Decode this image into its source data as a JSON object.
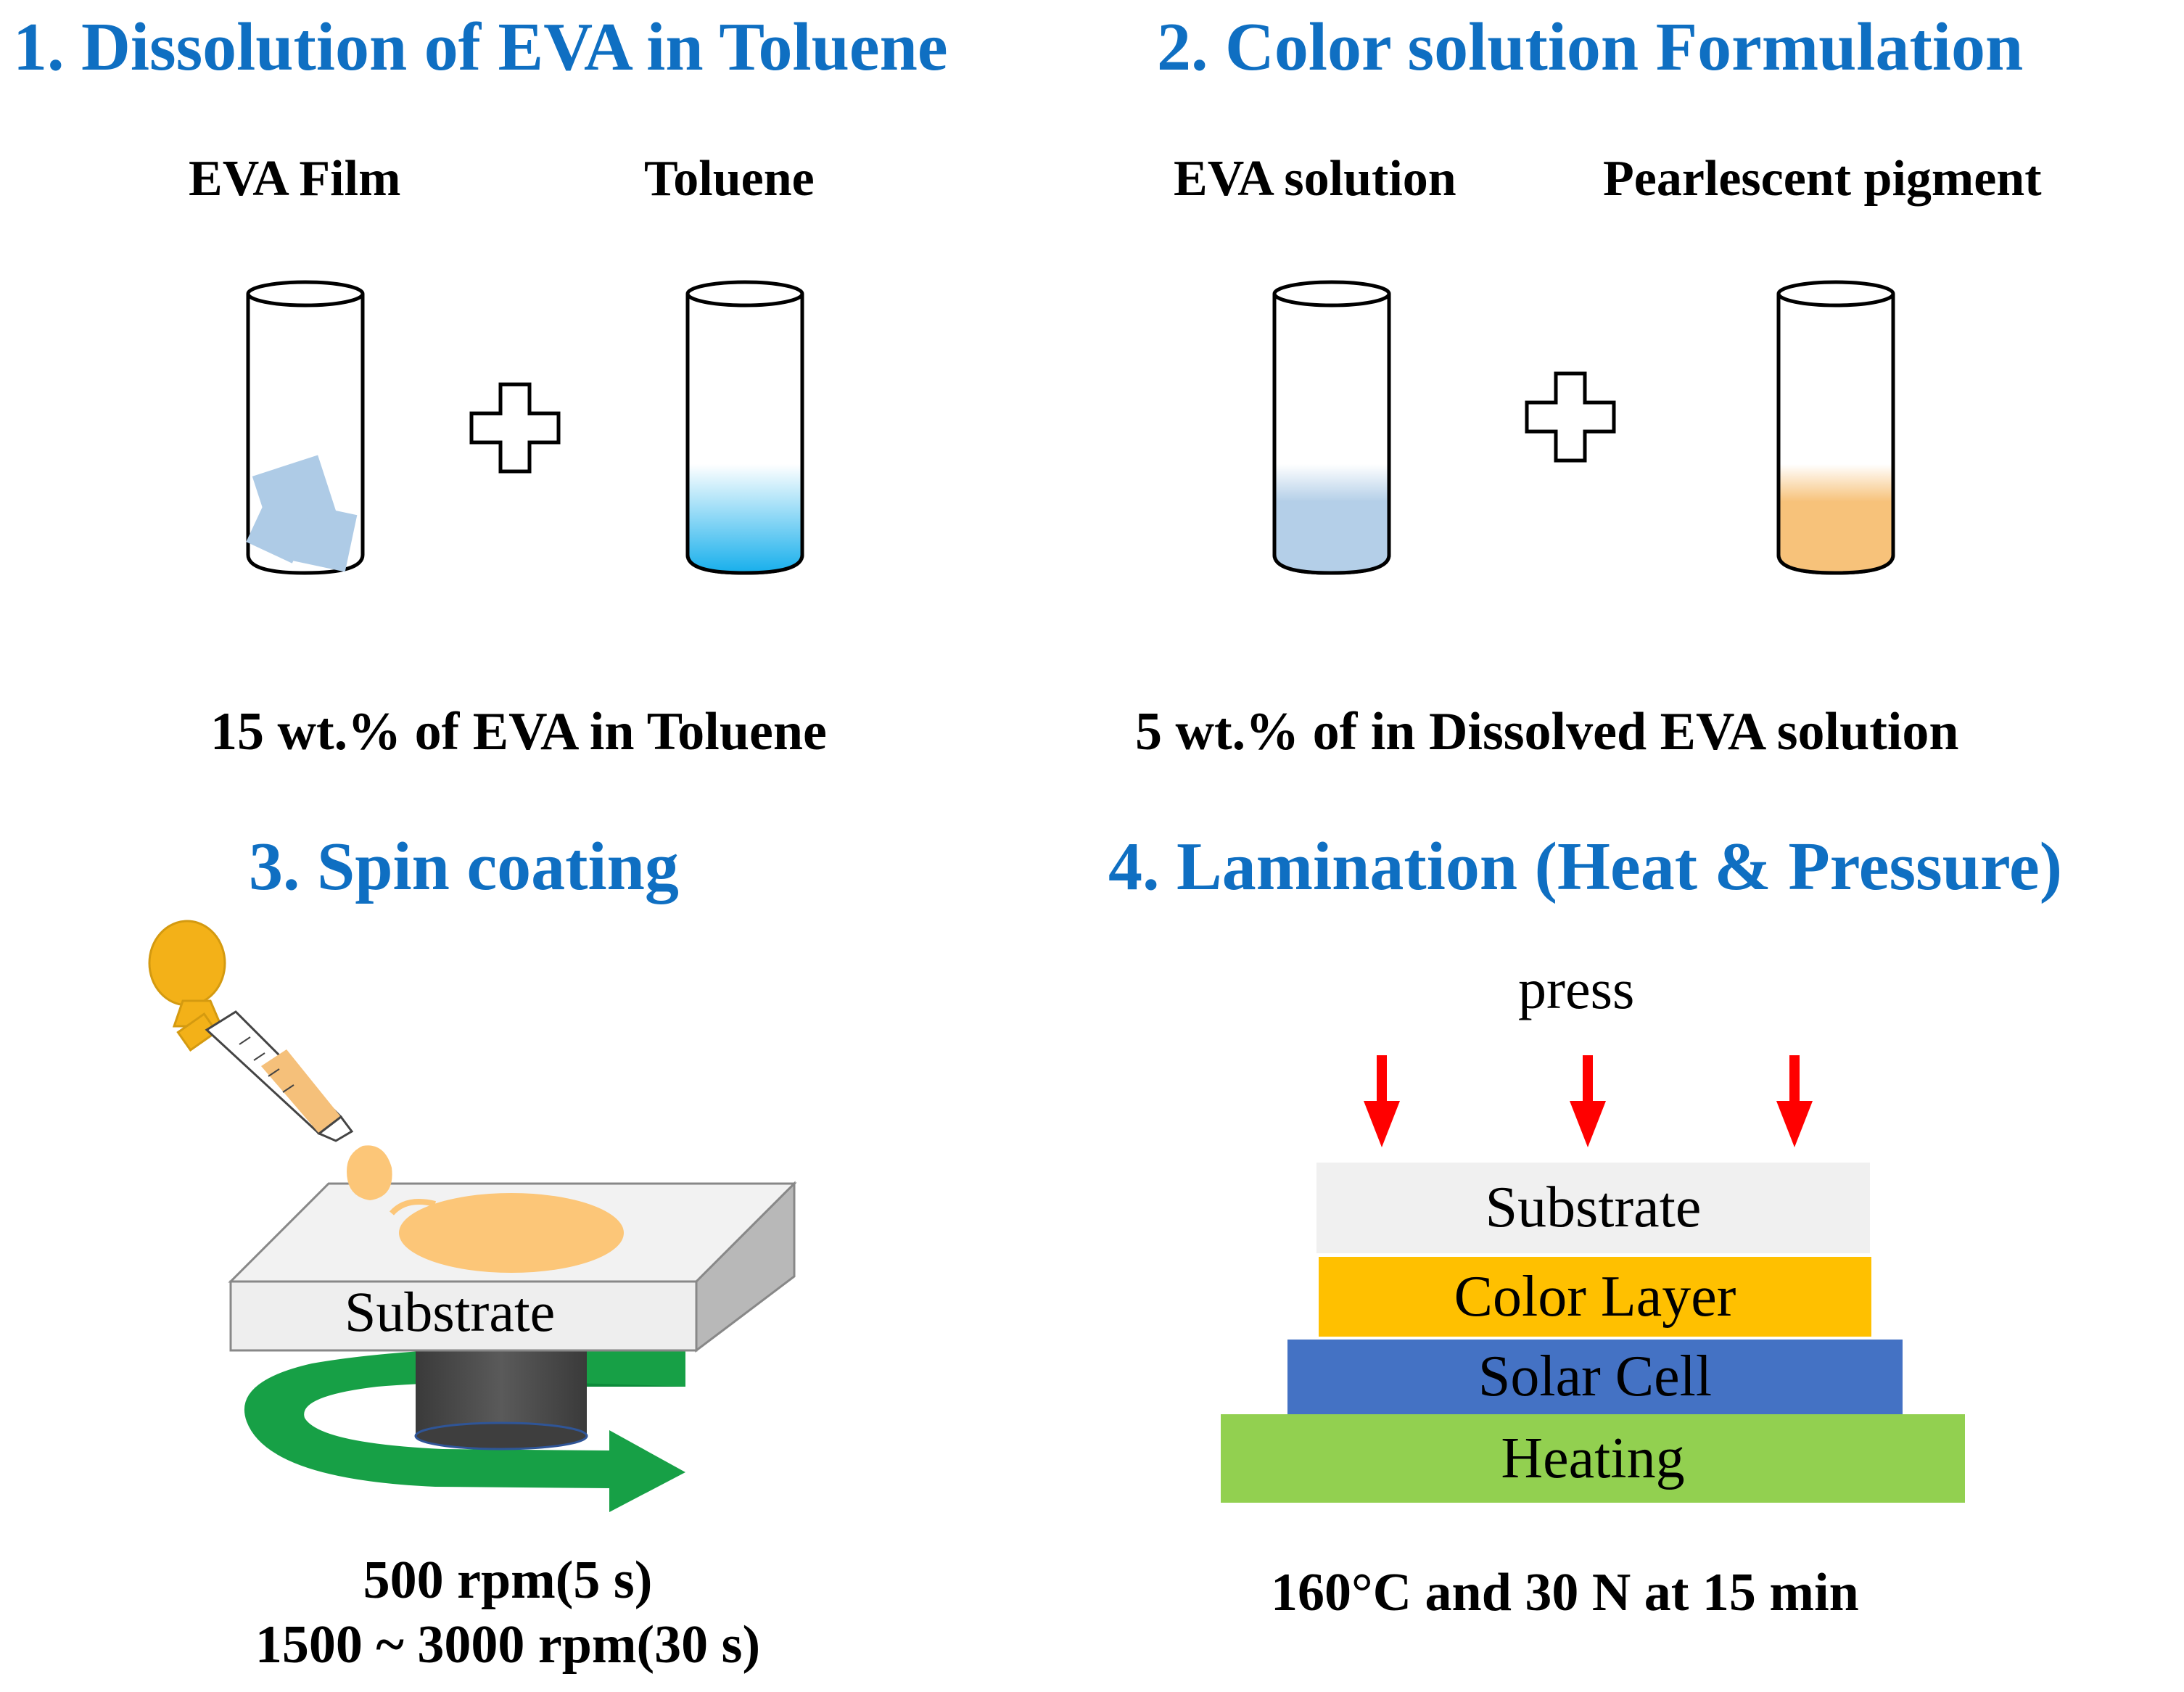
{
  "steps": {
    "s1": {
      "title": "1. Dissolution of EVA in Toluene",
      "left_label": "EVA Film",
      "right_label": "Toluene",
      "condition": "15 wt.% of EVA in Toluene"
    },
    "s2": {
      "title": "2. Color solution Formulation",
      "left_label": "EVA solution",
      "right_label": "Pearlescent pigment",
      "condition": "5 wt.% of  in Dissolved EVA solution"
    },
    "s3": {
      "title": "3. Spin coating",
      "substrate_label": "Substrate",
      "condition_line1": "500 rpm(5 s)",
      "condition_line2": "1500 ~ 3000 rpm(30 s)"
    },
    "s4": {
      "title": "4. Lamination (Heat & Pressure)",
      "press_label": "press",
      "layers": [
        "Substrate",
        "Color Layer",
        "Solar Cell",
        "Heating"
      ],
      "condition": "160°C and 30 N at 15 min"
    }
  },
  "colors": {
    "title_blue": "#0f6fc2",
    "toluene": "#1ab0ec",
    "eva_solution": "#b4cfe8",
    "pigment": "#f7c27a",
    "eva_film": "#aecbe6",
    "arrow_green": "#17a046",
    "press_arrow": "#ff0000",
    "layer_substrate": "#f0f0f0",
    "layer_color": "#ffc000",
    "layer_solar": "#4472c4",
    "layer_heating": "#92d050"
  }
}
